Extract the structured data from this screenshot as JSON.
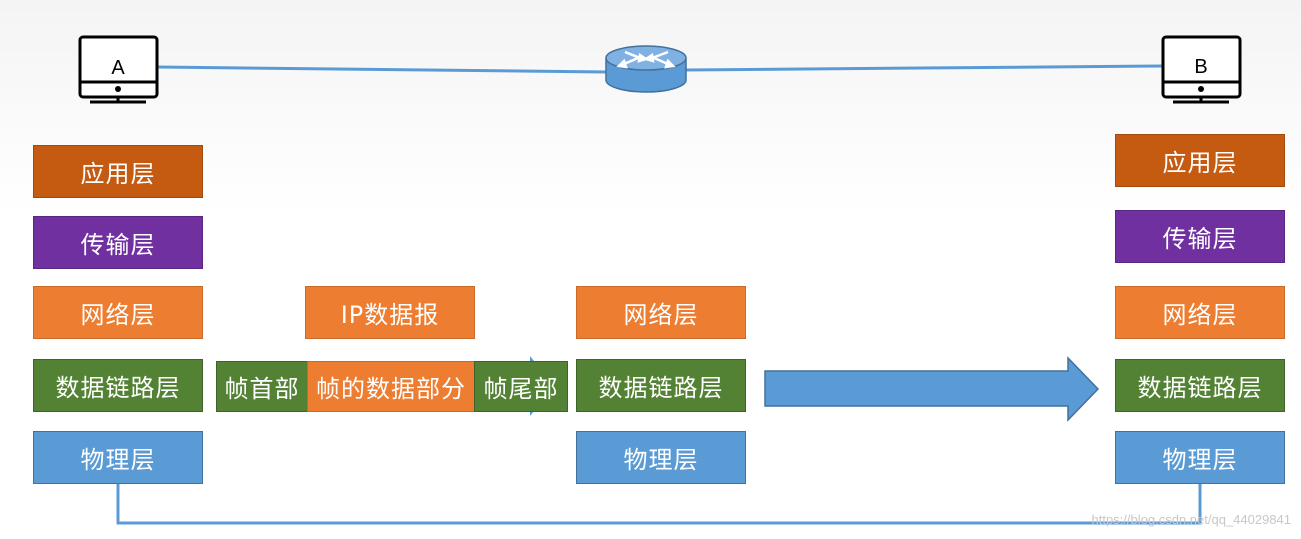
{
  "hosts": {
    "a": "A",
    "b": "B"
  },
  "router": {
    "icon": "router-icon"
  },
  "host_a_stack": [
    "应用层",
    "传输层",
    "网络层",
    "数据链路层",
    "物理层"
  ],
  "router_stack": [
    "网络层",
    "数据链路层",
    "物理层"
  ],
  "host_b_stack": [
    "应用层",
    "传输层",
    "网络层",
    "数据链路层",
    "物理层"
  ],
  "packet": {
    "label": "IP数据报"
  },
  "frame": {
    "header": "帧首部",
    "data": "帧的数据部分",
    "trailer": "帧尾部"
  },
  "watermark": "https://blog.csdn.net/qq_44029841",
  "colors": {
    "application": "#c55a11",
    "transport": "#7030a0",
    "network": "#ed7d31",
    "data_link": "#548235",
    "physical": "#5b9bd5",
    "link_line": "#5b9bd5"
  }
}
